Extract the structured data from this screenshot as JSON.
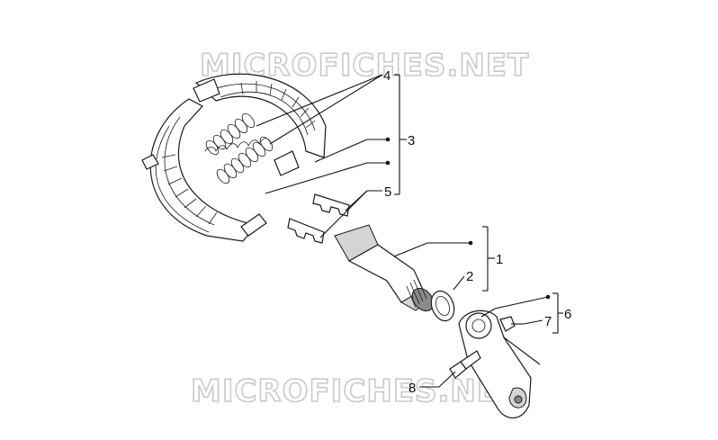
{
  "diagram": {
    "watermark_top": "MICROFICHES.NET",
    "watermark_bottom": "MICROFICHES.NET",
    "callouts": [
      {
        "id": "1",
        "label": "1"
      },
      {
        "id": "2",
        "label": "2"
      },
      {
        "id": "3",
        "label": "3"
      },
      {
        "id": "4",
        "label": "4"
      },
      {
        "id": "5",
        "label": "5"
      },
      {
        "id": "6",
        "label": "6"
      },
      {
        "id": "7",
        "label": "7"
      },
      {
        "id": "8",
        "label": "8"
      }
    ]
  }
}
